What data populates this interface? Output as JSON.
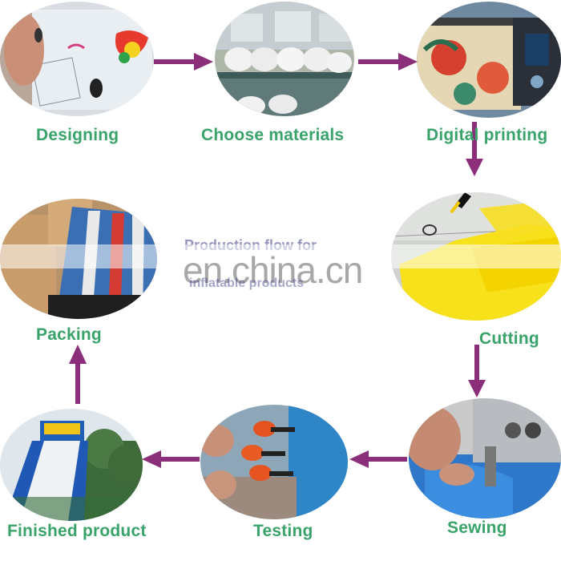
{
  "steps": {
    "designing": "Designing",
    "materials": "Choose materials",
    "printing": "Digital printing",
    "cutting": "Cutting",
    "sewing": "Sewing",
    "testing": "Testing",
    "finished": "Finished product",
    "packing": "Packing"
  },
  "overlay": {
    "title": "Production flow for",
    "subtitle": "inflatable products",
    "watermark": "en.china.cn"
  },
  "colors": {
    "label": "#3aa36a",
    "arrow": "#8b2f7a",
    "title": "#3b3f86"
  }
}
